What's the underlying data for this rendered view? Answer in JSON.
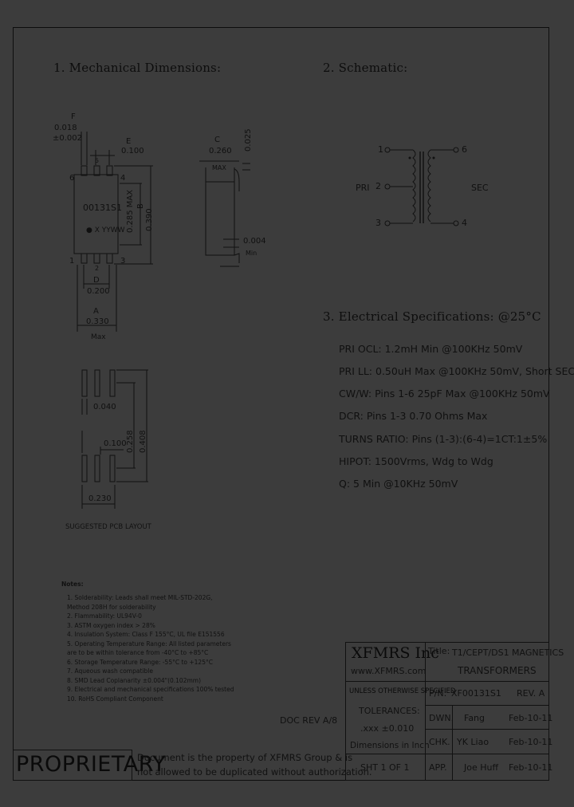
{
  "headings": {
    "mech": "1. Mechanical Dimensions:",
    "schematic": "2. Schematic:",
    "elec": "3. Electrical Specifications: @25°C"
  },
  "mech": {
    "F": "F",
    "F_val1": "0.018",
    "F_val2": "±0.002",
    "E": "E",
    "E_val": "0.100",
    "pin6": "6",
    "pin5": "5",
    "pin4": "4",
    "pin1": "1",
    "pin2": "2",
    "pin3": "3",
    "part_mark": "00131S1",
    "date_mark": "● X YYWW",
    "max_285": "0.285 MAX",
    "B": "B",
    "B_val": "0.390",
    "D": "D",
    "D_val": "0.200",
    "A": "A",
    "A_val": "0.330",
    "A_max": "Max",
    "C": "C",
    "C_val": "0.260",
    "C_max": "MAX",
    "side_025": "0.025",
    "side_004": "0.004",
    "side_min": "Min",
    "pcb_040": "0.040",
    "pcb_258": "0.258",
    "pcb_408": "0.408",
    "pcb_100": "0.100",
    "pcb_230": "0.230",
    "pcb_caption": "SUGGESTED PCB LAYOUT"
  },
  "schematic": {
    "p1": "1",
    "p2": "2",
    "p3": "3",
    "p4": "4",
    "p6": "6",
    "pri": "PRI",
    "sec": "SEC"
  },
  "specs": [
    "PRI OCL: 1.2mH Min @100KHz 50mV",
    "PRI LL: 0.50uH Max @100KHz 50mV, Short SEC",
    "CW/W: Pins 1-6 25pF Max @100KHz 50mV",
    "DCR: Pins 1-3 0.70 Ohms Max",
    "TURNS RATIO: Pins (1-3):(6-4)=1CT:1±5%",
    "HIPOT: 1500Vrms, Wdg to Wdg",
    "Q: 5 Min @10KHz 50mV"
  ],
  "notes": {
    "title": "Notes:",
    "items": [
      "1. Solderability: Leads shall meet MIL-STD-202G,",
      "    Method 208H for solderability",
      "2. Flammability: UL94V-0",
      "3. ASTM oxygen index > 28%",
      "4. Insulation System: Class F 155°C, UL file E151556",
      "5. Operating Temperature Range: All listed parameters",
      "    are to be within tolerance from -40°C to +85°C",
      "6. Storage Temperature Range: -55°C to +125°C",
      "7. Aqueous wash compatible",
      "8. SMD Lead Coplanarity ±0.004\"(0.102mm)",
      "9. Electrical and mechanical specifications 100% tested",
      "10. RoHS Compliant Component"
    ]
  },
  "doc_rev": "DOC REV A/8",
  "title_block": {
    "company": "XFMRS Inc",
    "website": "www.XFMRS.com",
    "title_label": "Title:",
    "title1": "T1/CEPT/DS1 MAGNETICS",
    "title2": "TRANSFORMERS",
    "unless": "UNLESS OTHERWISE SPECIFIED",
    "tolerances": "TOLERANCES:",
    "tol_val": ".xxx ±0.010",
    "dims": "Dimensions in Inch",
    "pn_label": "P/N:",
    "pn": "XF00131S1",
    "rev": "REV. A",
    "dwn_label": "DWN.",
    "dwn_name": "Fang",
    "dwn_date": "Feb-10-11",
    "chk_label": "CHK.",
    "chk_name": "YK Liao",
    "chk_date": "Feb-10-11",
    "app_label": "APP.",
    "app_name": "Joe Huff",
    "app_date": "Feb-10-11",
    "sht": "SHT 1 OF 1",
    "proprietary": "PROPRIETARY",
    "prop_text1": "Document is the property of XFMRS Group & is",
    "prop_text2": "not allowed to be duplicated without authorization."
  }
}
